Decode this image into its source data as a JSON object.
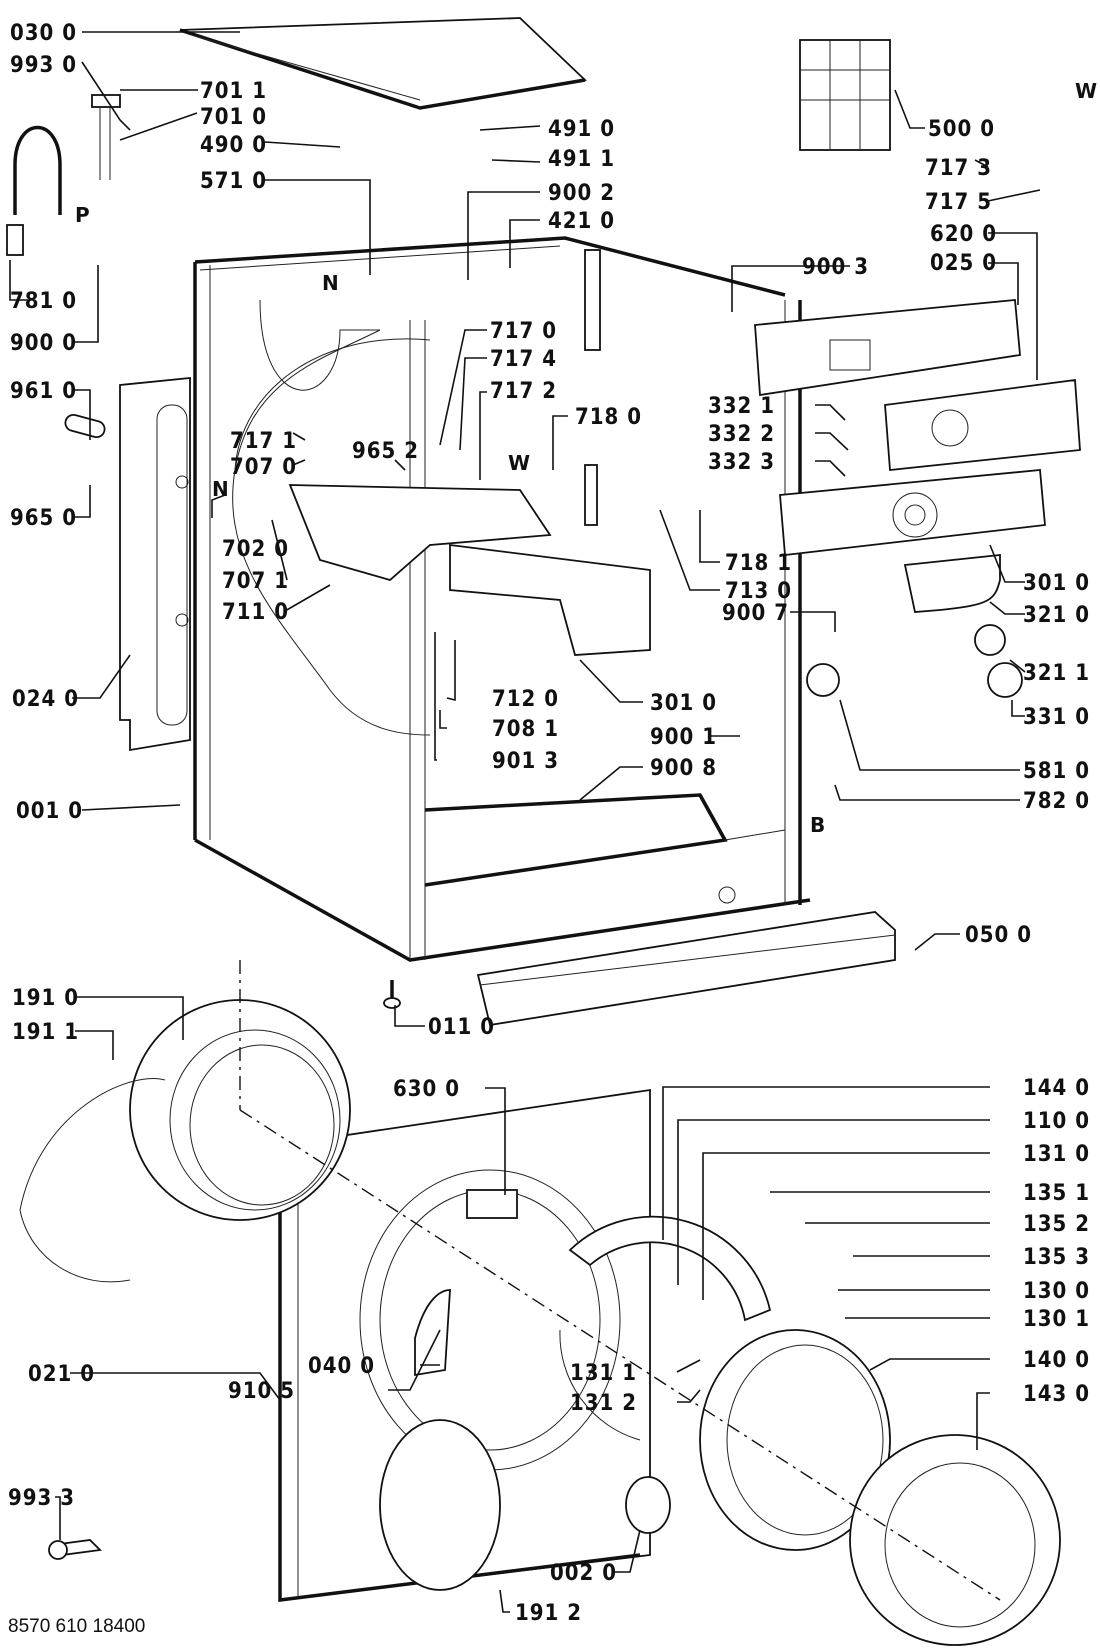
{
  "document_number": "8570 610 18400",
  "markers": {
    "N": "N",
    "P": "P",
    "W": "W",
    "B": "B"
  },
  "labels": {
    "l0300": "030 0",
    "l9930": "993 0",
    "l7011": "701 1",
    "l7010": "701 0",
    "l4900": "490 0",
    "l5710": "571 0",
    "l4910": "491 0",
    "l4911": "491 1",
    "l9002": "900 2",
    "l4210": "421 0",
    "l5000": "500 0",
    "l7173": "717 3",
    "l7175": "717 5",
    "l6200": "620 0",
    "l0250": "025 0",
    "l9003": "900 3",
    "l7810": "781 0",
    "l9000": "900 0",
    "l9610": "961 0",
    "l9650": "965 0",
    "l0240": "024 0",
    "l0010": "001 0",
    "l7170": "717 0",
    "l7174": "717 4",
    "l7172": "717 2",
    "l7180": "718 0",
    "l7171": "717 1",
    "l7070": "707 0",
    "l9652": "965 2",
    "l7020": "702 0",
    "l7071": "707 1",
    "l7110": "711 0",
    "l7120": "712 0",
    "l7081": "708 1",
    "l9013": "901 3",
    "l3010a": "301 0",
    "l9001": "900 1",
    "l9008": "900 8",
    "l3321": "332 1",
    "l3322": "332 2",
    "l3323": "332 3",
    "l7181": "718 1",
    "l7130": "713 0",
    "l9007": "900 7",
    "l3010b": "301 0",
    "l3210": "321 0",
    "l3211": "321 1",
    "l3310": "331 0",
    "l5810": "581 0",
    "l7820": "782 0",
    "l0500": "050 0",
    "l0110": "011 0",
    "l1910": "191 0",
    "l1911": "191 1",
    "l6300": "630 0",
    "l1440": "144 0",
    "l1100": "110 0",
    "l1310": "131 0",
    "l1351": "135 1",
    "l1352": "135 2",
    "l1353": "135 3",
    "l1300": "130 0",
    "l1301": "130 1",
    "l0400": "040 0",
    "l1400": "140 0",
    "l1430": "143 0",
    "l0210": "021 0",
    "l9105": "910 5",
    "l1311": "131 1",
    "l1312": "131 2",
    "l9933": "993 3",
    "l0020": "002 0",
    "l1912": "191 2"
  }
}
